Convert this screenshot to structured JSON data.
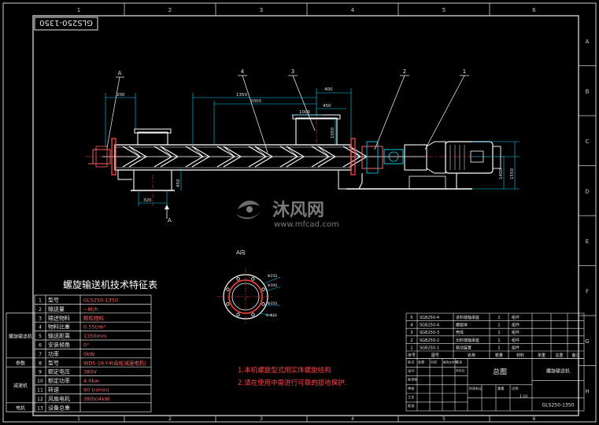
{
  "border": {
    "top_numbers": [
      "1",
      "2",
      "3",
      "4",
      "5",
      "6"
    ],
    "bottom_numbers": [
      "1",
      "2",
      "3",
      "4",
      "5",
      "6"
    ],
    "right_letters": [
      "A",
      "B",
      "C",
      "D",
      "E",
      "F",
      "G",
      "H"
    ]
  },
  "drawing_id_box": "GLS250-1350",
  "watermark": {
    "main": "沐风网",
    "url": "www.mfcad.com"
  },
  "dimensions": {
    "d_top1": "1350",
    "d_top2": "2000",
    "d_top3": "400",
    "d_top4": "450",
    "d_top5": "1000",
    "d_left": "200",
    "d_h1": "1050",
    "d_h2": "450",
    "d_bottom": "320",
    "d_right1": "1400",
    "d_right2": "1550"
  },
  "callouts": [
    "A",
    "4",
    "3",
    "2",
    "1"
  ],
  "section_view": {
    "label": "A向",
    "arrow_label": "A",
    "dims": [
      "Φ250",
      "Φ300",
      "Φ350",
      "8-Φ18"
    ]
  },
  "spec_table": {
    "title": "螺旋输送机技术特征表",
    "side_labels": [
      "螺旋输送机",
      "参数",
      "减速机",
      "电机"
    ],
    "rows": [
      {
        "no": "1",
        "name": "型号",
        "value": "GLS250-1350"
      },
      {
        "no": "2",
        "name": "输送量",
        "value": "~8t/h"
      },
      {
        "no": "3",
        "name": "输送物料",
        "value": "颗粒物料"
      },
      {
        "no": "4",
        "name": "物料比重",
        "value": "0.55t/m³"
      },
      {
        "no": "5",
        "name": "输送距离",
        "value": "1350mm"
      },
      {
        "no": "6",
        "name": "安装倾角",
        "value": "0°"
      },
      {
        "no": "7",
        "name": "功率",
        "value": "0kW"
      },
      {
        "no": "8",
        "name": "型号",
        "value": "WD5-16-Y4(齿轮减速电机)"
      },
      {
        "no": "9",
        "name": "额定电压",
        "value": "380V"
      },
      {
        "no": "10",
        "name": "额定功率",
        "value": "4.0kw"
      },
      {
        "no": "11",
        "name": "转速",
        "value": "90 (r/min)"
      },
      {
        "no": "12",
        "name": "风扇电机",
        "value": "380V/4kW"
      },
      {
        "no": "13",
        "name": "设备总重",
        "value": ""
      }
    ]
  },
  "notes": [
    "1.本机螺旋型式用实体螺旋结构",
    "2.请在使用中需进行可靠的接地保护."
  ],
  "bom": {
    "rows": [
      {
        "no": "5",
        "code": "SGB250-4",
        "name": "进料端轴承座",
        "qty": "1",
        "mat": "组件"
      },
      {
        "no": "4",
        "code": "SGB250-4",
        "name": "螺旋体",
        "qty": "1",
        "mat": "组件"
      },
      {
        "no": "3",
        "code": "SGB250-3",
        "name": "壳体",
        "qty": "1",
        "mat": "组件"
      },
      {
        "no": "2",
        "code": "SGB250-2",
        "name": "出料端轴承座",
        "qty": "1",
        "mat": "组件"
      },
      {
        "no": "1",
        "code": "SGB250-1",
        "name": "驱动装置",
        "qty": "1",
        "mat": "组件"
      }
    ],
    "header": [
      "序号",
      "图号",
      "名称",
      "数量",
      "材料",
      "单重",
      "总重",
      "备注"
    ]
  },
  "title_block": {
    "title": "总图",
    "product": "螺旋输送机",
    "drawing_no": "GLS250-1350",
    "labels": [
      "标记",
      "处数",
      "分区",
      "更改文件号",
      "签名",
      "年月日",
      "设计",
      "标准化",
      "审核",
      "工艺",
      "批准",
      "阶段标记",
      "重量",
      "比例"
    ],
    "scale": "1:10"
  }
}
